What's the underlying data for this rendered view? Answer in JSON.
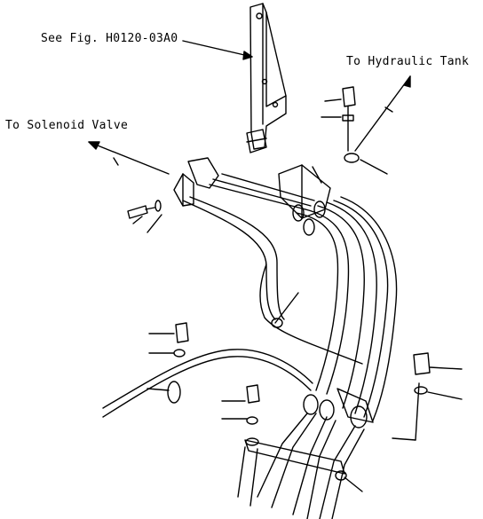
{
  "labels": {
    "figure_reference": "See Fig. H0120-03A0",
    "to_hydraulic_tank": "To Hydraulic Tank",
    "to_solenoid_valve": "To Solenoid Valve"
  },
  "colors": {
    "line": "#000000",
    "background": "#ffffff"
  }
}
